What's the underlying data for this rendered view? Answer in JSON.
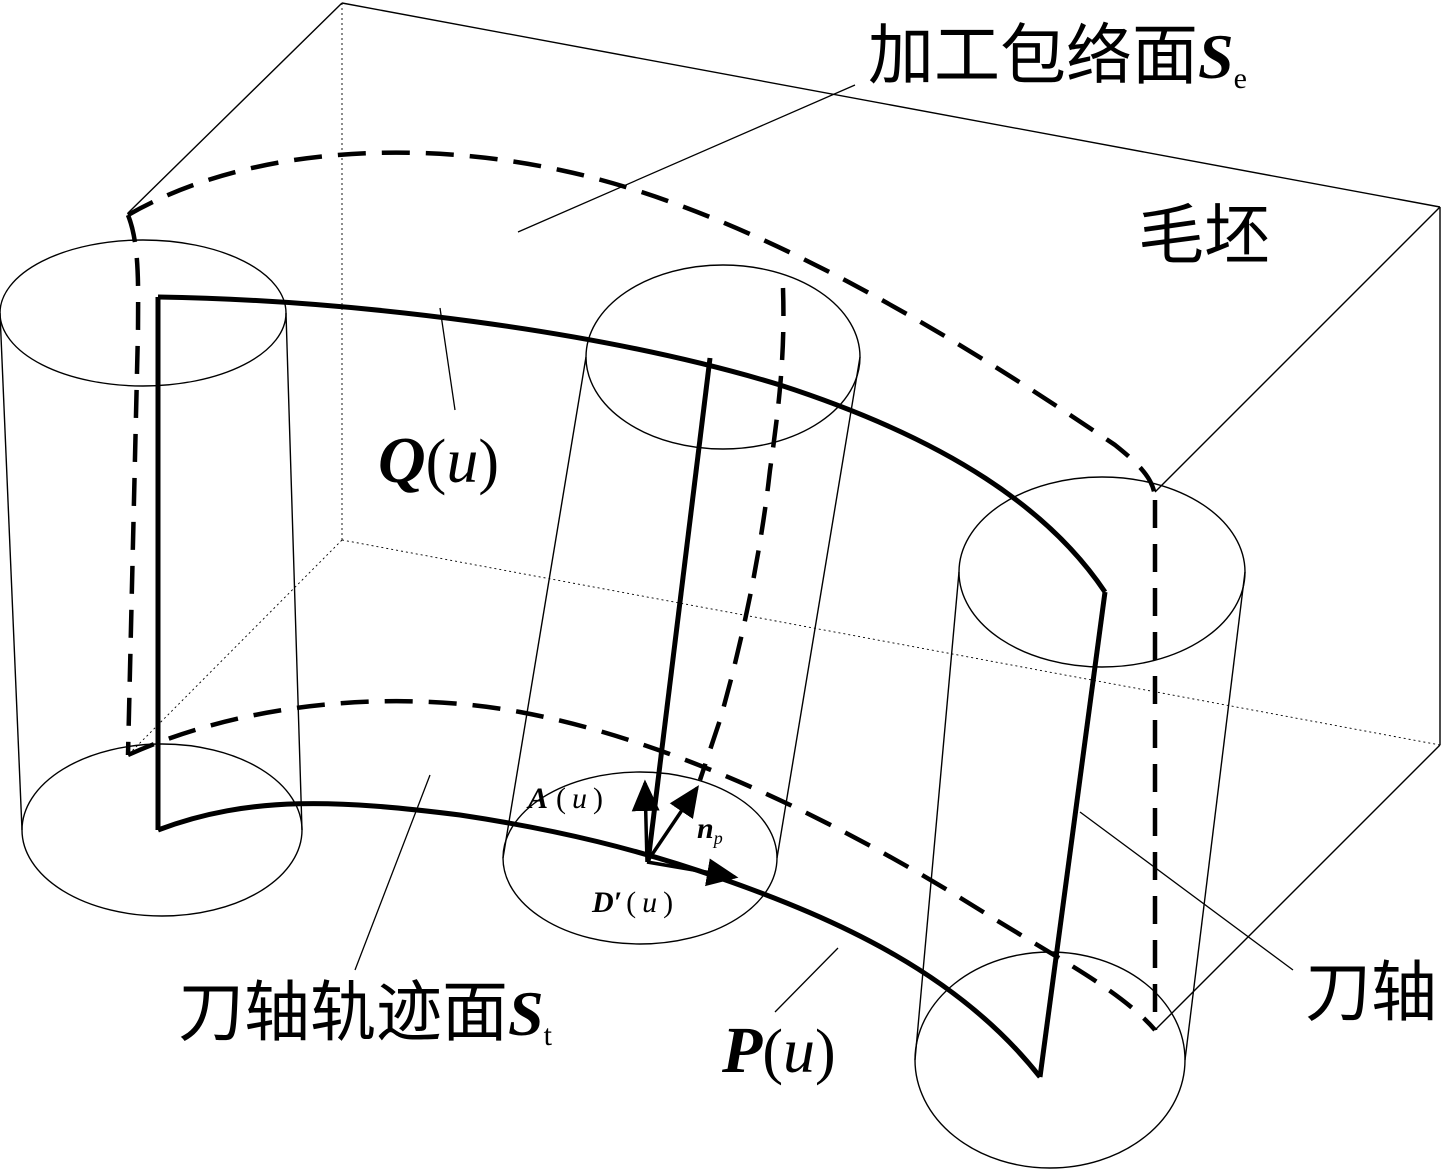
{
  "labels": {
    "envelope_surface_text": "加工包络面",
    "envelope_surface_symbol": "S",
    "envelope_surface_subscript": "e",
    "blank": "毛坯",
    "tool_axis_surface_text": "刀轴轨迹面",
    "tool_axis_surface_symbol": "S",
    "tool_axis_surface_subscript": "t",
    "tool_axis": "刀轴",
    "upper_curve_symbol": "Q",
    "lower_curve_symbol": "P",
    "axis_vector_symbol": "A",
    "contact_point_symbol": "D′",
    "normal_symbol": "n",
    "normal_subscript": "p",
    "parameter": "u",
    "paren_open": "(",
    "paren_close": ")"
  }
}
